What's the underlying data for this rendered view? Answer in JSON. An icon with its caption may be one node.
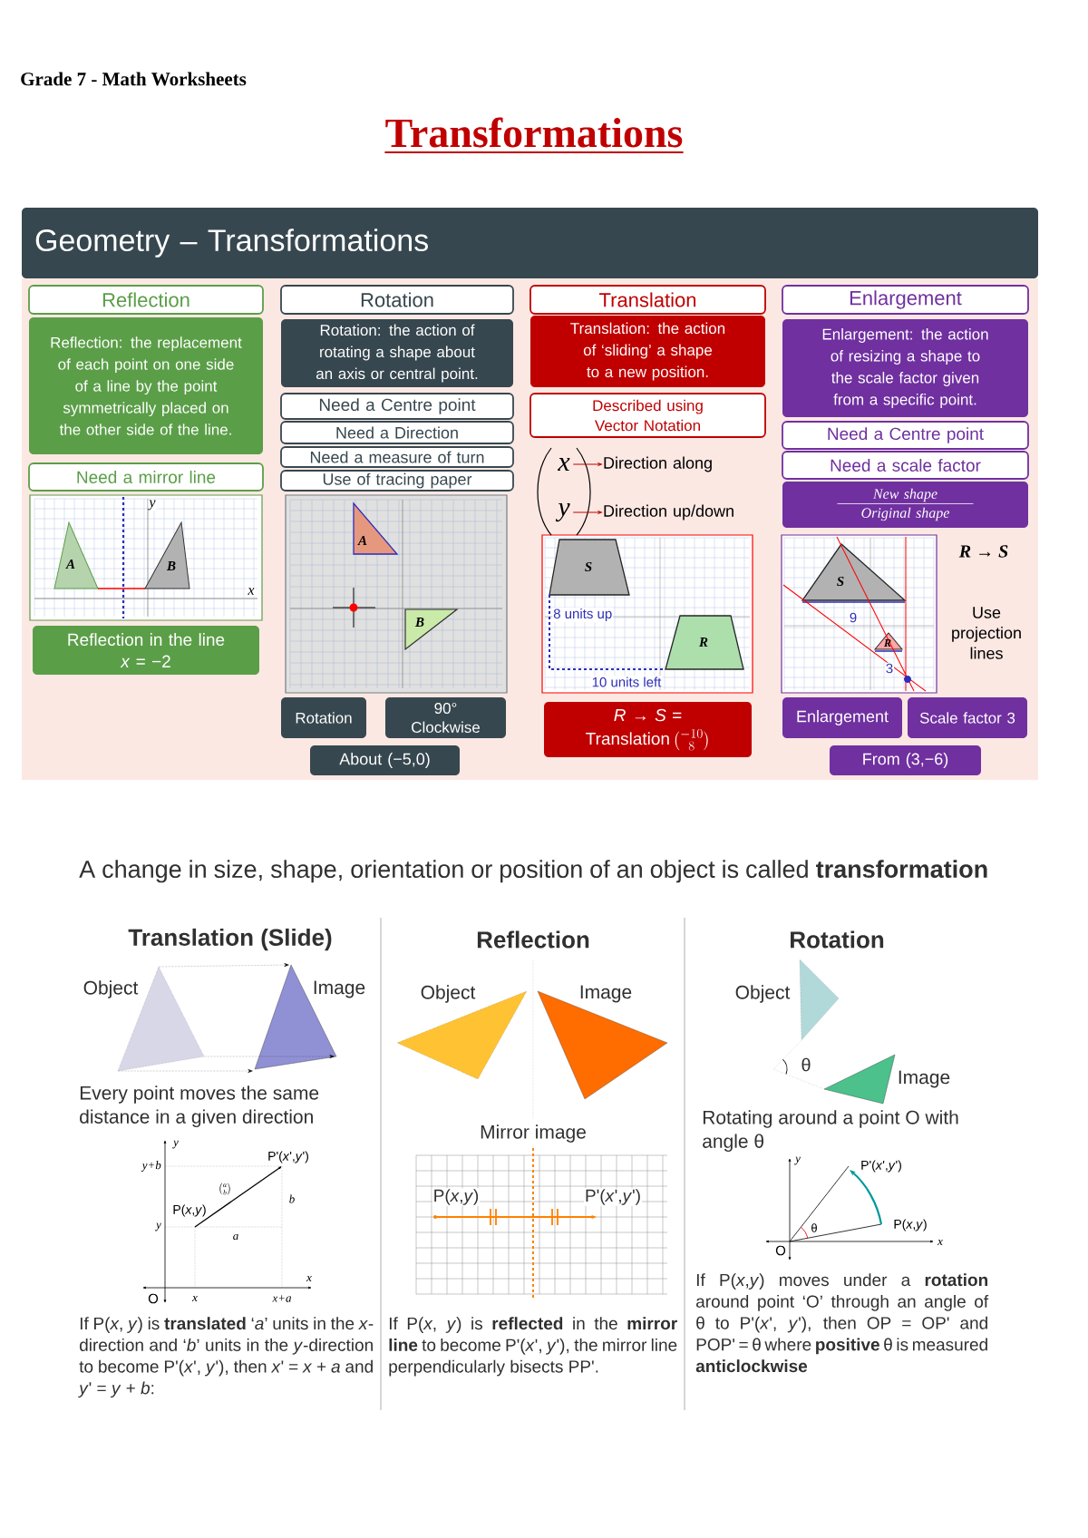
{
  "diagram": {
    "title": "Transformations",
    "nodes": [
      {
        "text": [
          "Geometry – Transformations"
        ]
      },
      {
        "text": [
          "Reflection"
        ]
      },
      {
        "text": [
          "Reflection: the replacement of each point on one side of a line by the point symmetrically placed on the other side of the line."
        ]
      },
      {
        "text": [
          "Need a mirror line"
        ]
      },
      {
        "text": [
          "Reflection in the line",
          "*x* = −2"
        ]
      },
      {
        "text": [
          "Rotation"
        ]
      },
      {
        "text": [
          "Rotation: the action of rotating a shape about an axis or central point."
        ]
      },
      {
        "text": [
          "Need a Centre point"
        ]
      },
      {
        "text": [
          "Need a Direction"
        ]
      },
      {
        "text": [
          "Need a measure of turn"
        ]
      },
      {
        "text": [
          "Use of tracing paper"
        ]
      },
      {
        "text": [
          "Rotation"
        ]
      },
      {
        "text": [
          "90° Clockwise"
        ]
      },
      {
        "text": [
          "About (−5,0)"
        ]
      },
      {
        "text": [
          "Translation"
        ]
      },
      {
        "text": [
          "Translation: the action of ‘sliding’ a shape to a new position."
        ]
      },
      {
        "text": [
          "Described using Vector Notation"
        ]
      },
      {
        "text": [
          "x"
        ]
      },
      {
        "text": [
          "y"
        ]
      },
      {
        "text": [
          "Direction along"
        ]
      },
      {
        "text": [
          "Direction up/down"
        ]
      },
      {
        "text": [
          "*R* → *S* =",
          "Translation",
          "\\binom{-10}{8}"
        ]
      },
      {
        "text": [
          "Enlargement"
        ]
      },
      {
        "text": [
          "Enlargement: the action of resizing a shape to the scale factor given from a specific point."
        ]
      },
      {
        "text": [
          "Need a Centre point"
        ]
      },
      {
        "text": [
          "Need a scale factor"
        ]
      },
      {
        "text": [
          "New shape",
          "Original shape"
        ]
      },
      {
        "text": [
          "Enlargement"
        ]
      },
      {
        "text": [
          "Scale factor 3"
        ]
      },
      {
        "text": [
          "From (3,−6)"
        ]
      }
    ],
    "edges": [
      {
        "from": 17,
        "to": 19,
        "arrow": "to",
        "color": "#c00000"
      },
      {
        "from": 18,
        "to": 20,
        "arrow": "to",
        "color": "#c00000"
      }
    ],
    "labels": [
      "Grade 7 - Math Worksheets",
      "y",
      "A",
      "B",
      "x",
      "A",
      "B",
      "S",
      "8 units up",
      "R",
      "10 units left",
      "S",
      "9",
      "R",
      "3",
      "R → S",
      "Use projection lines",
      "A change in size, shape, orientation or position of an object is called **transformation**",
      "Translation (Slide)",
      "Object",
      "Image",
      "Every point moves the same distance in a given direction",
      "y",
      "y+b",
      "P'(*x*',*y*')",
      "\\binom{a}{b}",
      "P(*x*,*y*)",
      "b",
      "y",
      "a",
      "x",
      "O",
      "x",
      "x+a",
      "If P(*x*, *y*) is **translated** ‘*a*’ units in the *x*-direction and ‘*b*’ units in the *y*-direction to become P'(*x*', *y*'), then *x*' = *x* + *a* and *y*' = *y* + *b*:",
      "Reflection",
      "Object",
      "Image",
      "Mirror image",
      "P(*x*,*y*)",
      "P'(*x*',*y*')",
      "If P(*x*, *y*) is **reflected** in the **mirror line** to become P'(*x*', *y*'), the mirror line perpendicularly bisects PP'.",
      "Rotation",
      "Object",
      "θ",
      "Image",
      "Rotating around a point O with angle θ",
      "y",
      "P'(*x*',*y*')",
      "θ",
      "P(*x*,*y*)",
      "O",
      "x",
      "If P(*x*,*y*) moves under a **rotation** around point ‘O’ through an angle of θ to P'(*x*', *y*'), then OP = OP' and POP' = θ where **positive** θ is measured **anticlockwise**"
    ]
  }
}
